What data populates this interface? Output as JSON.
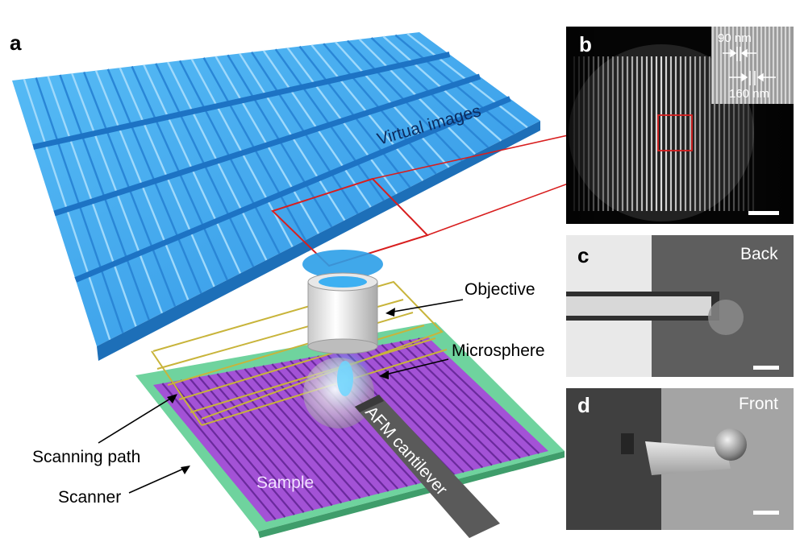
{
  "panels": {
    "a": "a",
    "b": "b",
    "c": "c",
    "d": "d"
  },
  "labels": {
    "virtual_images": "Virtual images",
    "objective": "Objective",
    "microsphere": "Microsphere",
    "scanning_path": "Scanning path",
    "scanner": "Scanner",
    "sample": "Sample",
    "afm_cantilever": "AFM cantilever"
  },
  "inset_b": {
    "dim_top": "90 nm",
    "dim_bottom": "160 nm"
  },
  "tags": {
    "back": "Back",
    "front": "Front"
  },
  "colors": {
    "virtual_image_blue": "#3aa6f0",
    "sample_purple": "#b05ce0",
    "scanner_green": "#6fd39e",
    "highlight_red": "#d81e1e",
    "scan_path_yellow": "#c8b43a"
  }
}
